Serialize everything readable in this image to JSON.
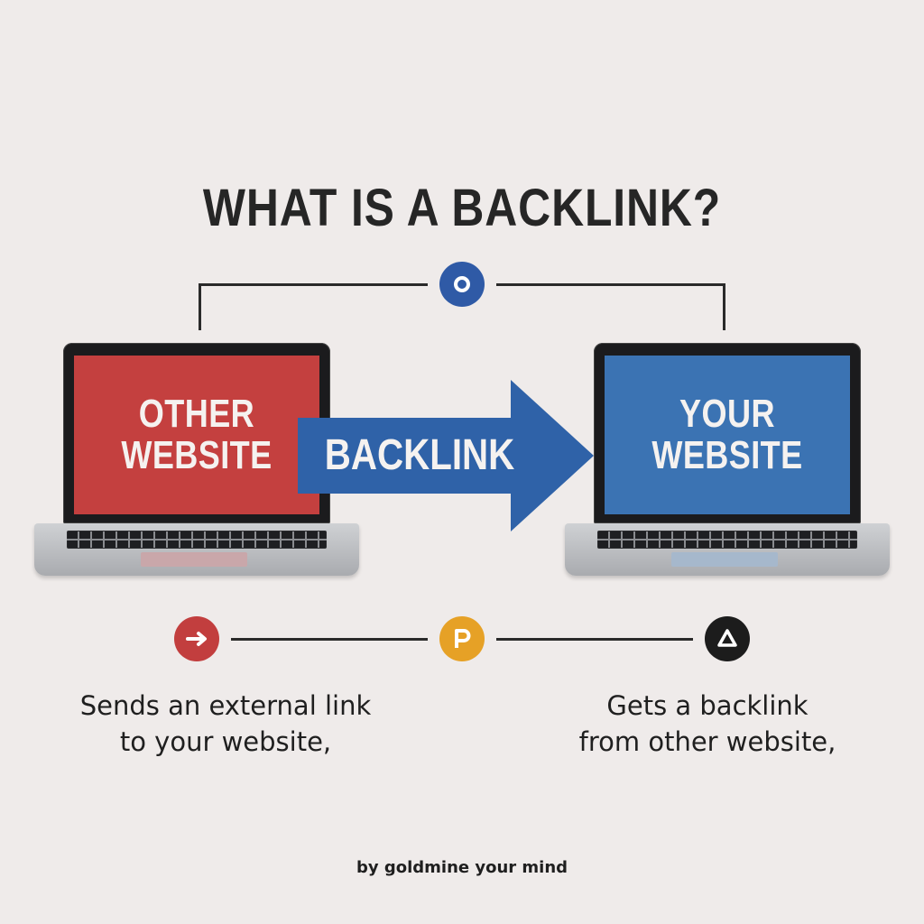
{
  "title": "WHAT IS A BACKLINK?",
  "left_laptop": {
    "screen_text": "OTHER\nWEBSITE",
    "screen_color": "#c4403f",
    "trackpad_color": "#c9a7aa"
  },
  "right_laptop": {
    "screen_text": "YOUR\nWEBSITE",
    "screen_color": "#3b73b3",
    "trackpad_color": "#a6b8cc"
  },
  "arrow": {
    "label": "BACKLINK",
    "color": "#2f62a8"
  },
  "top_icon": {
    "name": "circle-dot-icon",
    "color": "#2f5aa6"
  },
  "bottom_icons": [
    {
      "name": "arrow-right-icon",
      "color": "#c23e3e"
    },
    {
      "name": "letter-p-icon",
      "color": "#e6a126"
    },
    {
      "name": "triangle-icon",
      "color": "#1c1c1c"
    }
  ],
  "left_description": "Sends an external link\nto your website,",
  "right_description": "Gets a backlink\nfrom other website,",
  "credit": "by goldmine your mind"
}
